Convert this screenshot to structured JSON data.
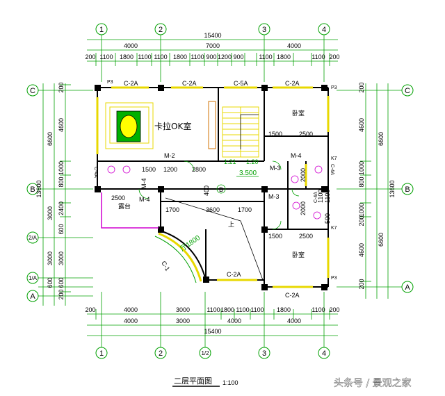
{
  "axes_top": [
    "1",
    "2",
    "3",
    "4"
  ],
  "axes_bottom": [
    "1",
    "2",
    "1/2",
    "3",
    "4"
  ],
  "axes_left": [
    "C",
    "B",
    "2/A",
    "1/A",
    "A"
  ],
  "axes_right": [
    "C",
    "B",
    "A"
  ],
  "top_dims": {
    "total": "15400",
    "row1": [
      "4000",
      "7000",
      "4000"
    ],
    "row2": [
      "200",
      "1100",
      "1800",
      "1100",
      "1100",
      "1800",
      "1100",
      "900",
      "1200",
      "900",
      "1100",
      "1800",
      "1100",
      "200"
    ]
  },
  "bottom_dims": {
    "row1": [
      "200",
      "4000",
      "3000",
      "1100",
      "1800",
      "1100",
      "1100",
      "1800",
      "1100",
      "200"
    ],
    "row2": [
      "4000",
      "3000",
      "4000",
      "4000"
    ],
    "total": "15400"
  },
  "left_dims": {
    "total": "13600",
    "mid": [
      "6600",
      "3000",
      "3000",
      "600"
    ],
    "inner": [
      "200",
      "4600",
      "1000",
      "800",
      "2400",
      "600",
      "3000",
      "600",
      "200"
    ]
  },
  "right_dims": {
    "total": "13600",
    "mid": [
      "6600",
      "6600"
    ],
    "inner": [
      "200",
      "4600",
      "1000",
      "800",
      "1000",
      "200",
      "4600",
      "200"
    ]
  },
  "rooms": {
    "karaoke": "卡拉OK室",
    "bedroom_top": "卧室",
    "bedroom_bottom": "卧室",
    "balcony": "露台",
    "stairs_up": "上",
    "curved_hall": "厅1800"
  },
  "tags": {
    "c2a_1": "C-2A",
    "c2a_2": "C-2A",
    "c5a": "C-5A",
    "c2a_3": "C-2A",
    "c2a_4": "C-2A",
    "c2a_5": "C-2A",
    "c1": "C-1",
    "m2": "M-2",
    "m3a": "M-3",
    "m3b": "M-3",
    "m4a": "M-4",
    "m4b": "M-4",
    "m4c": "M-4",
    "c4a_left": "C-4A",
    "c4a_right": "C-4A",
    "c4a_mid": "C-4A",
    "p3_tl": "P3",
    "p3_tr": "P3",
    "p3_br": "P3",
    "k7a": "K7",
    "k7b": "K7"
  },
  "inner_dims": [
    "1500",
    "1200",
    "2800",
    "1700",
    "3600",
    "1700",
    "1500",
    "2500",
    "1500",
    "2500",
    "2500",
    "2000",
    "2000",
    "500",
    "1100",
    "1100",
    "400"
  ],
  "elevation": "3.500",
  "stair_labels": [
    "1:21",
    "1:20"
  ],
  "title": "二层平面图",
  "scale": "1:100",
  "watermark": "头条号 / 景观之家"
}
